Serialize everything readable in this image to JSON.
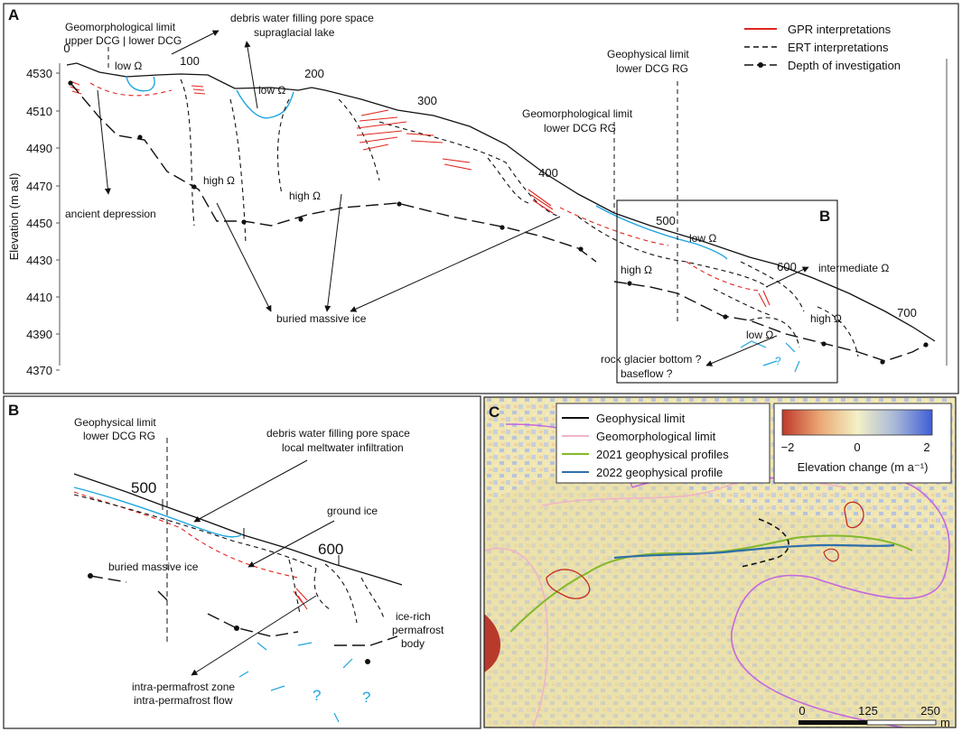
{
  "panels": {
    "a_letter": "A",
    "b_letter": "B",
    "b_inset_letter": "B",
    "c_letter": "C"
  },
  "panel_a": {
    "ylabel": "Elevation (m asl)",
    "yticks": [
      "4530",
      "4510",
      "4490",
      "4470",
      "4450",
      "4430",
      "4410",
      "4390",
      "4370"
    ],
    "xticks": [
      "0",
      "100",
      "200",
      "300",
      "400",
      "500",
      "600",
      "700"
    ],
    "legend": {
      "gpr": "GPR interpretations",
      "ert": "ERT interpretations",
      "doi": "Depth of investigation"
    },
    "annotations": {
      "geomorph_line1": "Geomorphological limit",
      "geomorph_line2": "upper DCG | lower DCG",
      "debris_line1": "debris water filling pore space",
      "debris_line2": "supraglacial lake",
      "low1": "low Ω",
      "low2": "low Ω",
      "low3": "low Ω",
      "low4": "low Ω",
      "high1": "high Ω",
      "high2": "high Ω",
      "high3": "high Ω",
      "high4": "high Ω",
      "intermediate": "intermediate Ω",
      "ancient": "ancient depression",
      "buried": "buried massive ice",
      "geophys_line1": "Geophysical limit",
      "geophys_line2": "lower DCG  RG",
      "geomorph2_line1": "Geomorphological limit",
      "geomorph2_line2": "lower DCG  RG",
      "rockglacier_line1": "rock glacier bottom ?",
      "rockglacier_line2": "baseflow ?",
      "q": "?"
    }
  },
  "panel_b": {
    "geophys_line1": "Geophysical limit",
    "geophys_line2": "lower DCG  RG",
    "debris_line1": "debris water filling pore space",
    "debris_line2": "local meltwater infiltration",
    "ground_ice": "ground ice",
    "buried": "buried massive ice",
    "icerich_line1": "ice-rich",
    "icerich_line2": "permafrost",
    "icerich_line3": "body",
    "intra_line1": "intra-permafrost zone",
    "intra_line2": "intra-permafrost flow",
    "tick500": "500",
    "tick600": "600",
    "q": "?"
  },
  "panel_c": {
    "legend": {
      "geophys": "Geophysical limit",
      "geomorph": "Geomorphological limit",
      "p2021": "2021 geophysical profiles",
      "p2022": "2022 geophysical profile"
    },
    "colorbar": {
      "min": "−2",
      "mid": "0",
      "max": "2",
      "label": "Elevation change (m a⁻¹)"
    },
    "scalebar": {
      "t0": "0",
      "t1": "125",
      "t2": "250",
      "unit": "m"
    }
  },
  "colors": {
    "gpr": "#e0261f",
    "ert": "#111111",
    "water": "#1ea5e0",
    "geophys_limit": "#111111",
    "geomorph_limit": "#f0b4c8",
    "profile_2021": "#84b92a",
    "profile_2022": "#2f6fa8",
    "outline": "#c7e"
  }
}
